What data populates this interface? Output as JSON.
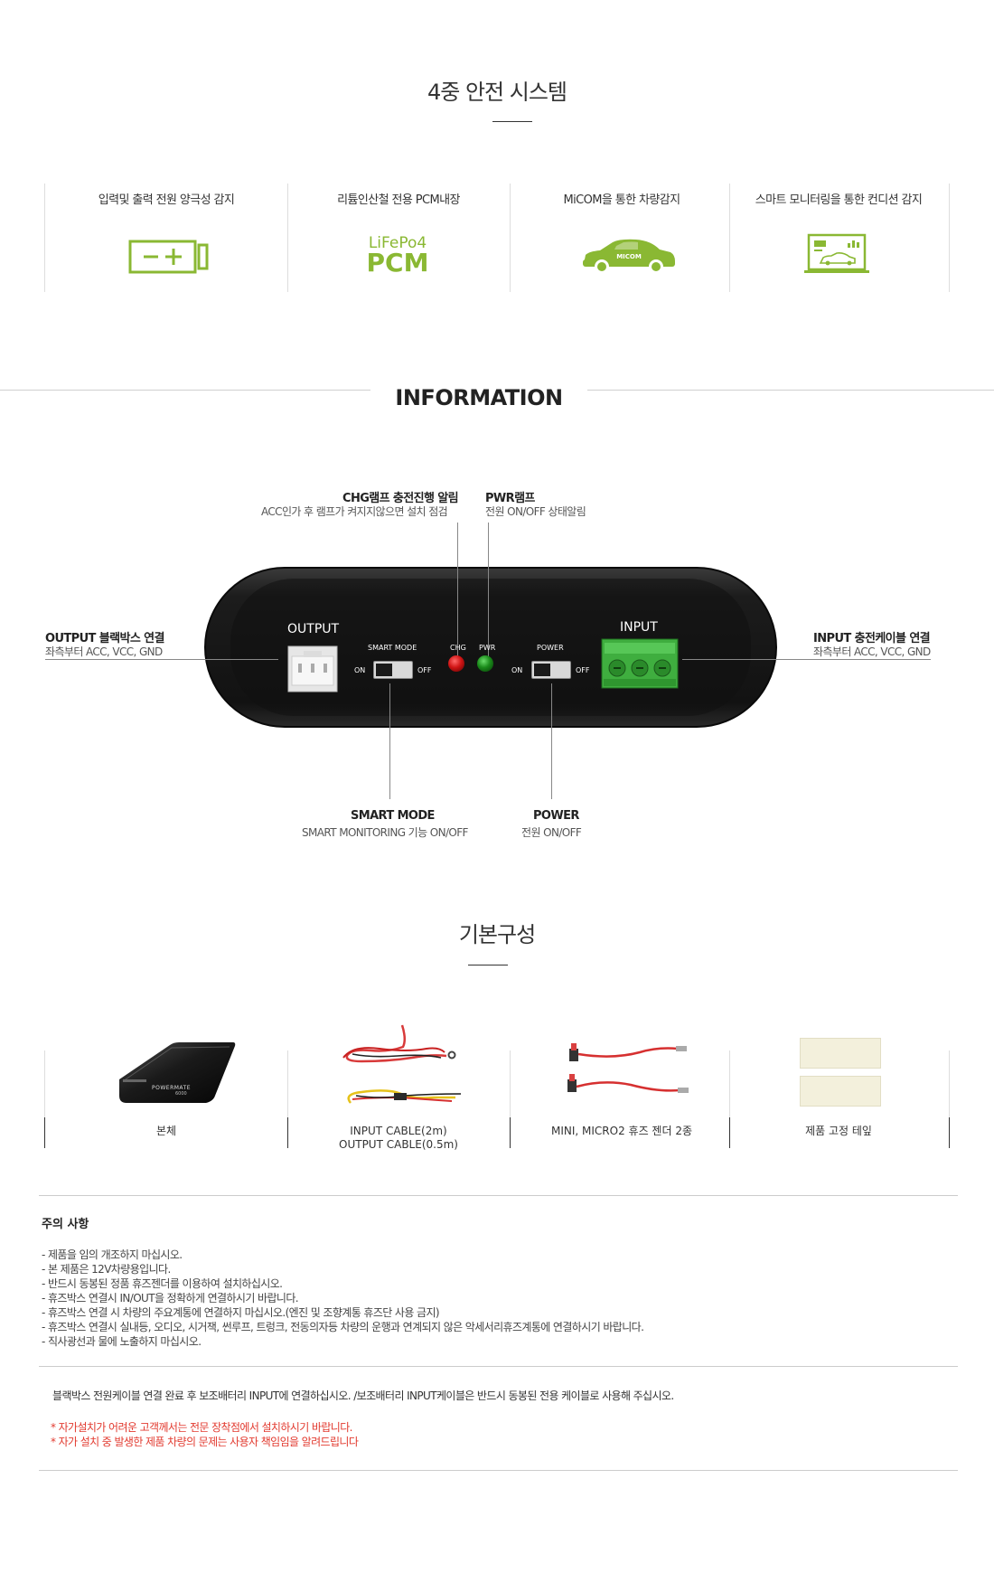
{
  "safety": {
    "title": "4중 안전 시스템",
    "features": [
      {
        "label": "입력및 출력 전원 양극성 감지",
        "icon": "battery-polarity-icon"
      },
      {
        "label": "리튬인산철 전용 PCM내장",
        "icon": "pcm-icon",
        "icon_text_top": "LiFePo4",
        "icon_text_bottom": "PCM"
      },
      {
        "label": "MiCOM을 통한 차량감지",
        "icon": "car-icon",
        "icon_text": "MICOM"
      },
      {
        "label": "스마트 모니터링을 통한 컨디션 감지",
        "icon": "monitor-icon"
      }
    ],
    "accent_color": "#8ab833"
  },
  "information": {
    "title": "INFORMATION",
    "callouts": {
      "chg": {
        "title": "CHG램프 충전진행 알림",
        "desc": "ACC인가 후 램프가 켜지지않으면 설치 점검"
      },
      "pwr": {
        "title": "PWR램프",
        "desc": "전원 ON/OFF 상태알림"
      },
      "output": {
        "title": "OUTPUT 블랙박스 연결",
        "desc": "좌측부터 ACC, VCC, GND"
      },
      "input": {
        "title": "INPUT 충전케이블 연결",
        "desc": "좌측부터 ACC, VCC, GND"
      },
      "smart_mode": {
        "title": "SMART MODE",
        "desc": "SMART MONITORING 기능 ON/OFF"
      },
      "power": {
        "title": "POWER",
        "desc": "전원 ON/OFF"
      }
    },
    "device": {
      "output_label": "OUTPUT",
      "input_label": "INPUT",
      "smart_mode_label": "SMART MODE",
      "chg_label": "CHG",
      "pwr_label": "PWR",
      "power_label": "POWER",
      "on": "ON",
      "off": "OFF"
    }
  },
  "composition": {
    "title": "기본구성",
    "items": [
      {
        "label": "본체",
        "product_text": "POWERMATE",
        "product_sub": "6000"
      },
      {
        "label_line1": "INPUT CABLE(2m)",
        "label_line2": "OUTPUT CABLE(0.5m)"
      },
      {
        "label": "MINI, MICRO2 휴즈 젠더 2종"
      },
      {
        "label": "제품 고정 테잎"
      }
    ]
  },
  "notes": {
    "title": "주의 사항",
    "lines": [
      "- 제품을 임의 개조하지 마십시오.",
      "- 본 제품은 12V차량용입니다.",
      "- 반드시 동봉된 정품 휴즈젠더를 이용하여 설치하십시오.",
      "- 휴즈박스 연결시 IN/OUT을 정확하게 연결하시기 바랍니다.",
      "- 휴즈박스 연결 시 차량의 주요계통에 연결하지 마십시오.(엔진 및 조향계통 휴즈단 사용 금지)",
      "- 휴즈박스 연결시 실내등, 오디오, 시거잭, 썬루프, 트렁크, 전동의자등 차량의 운행과 연계되지 않은 악세서리휴즈계통에 연결하시기 바랍니다.",
      "- 직사광선과 물에 노출하지 마십시오."
    ],
    "info": "블랙박스 전원케이블 연결 완료 후 보조배터리 INPUT에 연결하십시오. /보조배터리 INPUT케이블은 반드시 동봉된 전용 케이블로 사용해 주십시오.",
    "warnings": [
      "* 자가설치가 어려운 고객께서는 전문 장착점에서 설치하시기 바랍니다.",
      "* 자가 설치 중 발생한 제품 차량의 문제는 사용자 책임임을 알려드립니다"
    ],
    "warning_color": "#e23a2f"
  }
}
